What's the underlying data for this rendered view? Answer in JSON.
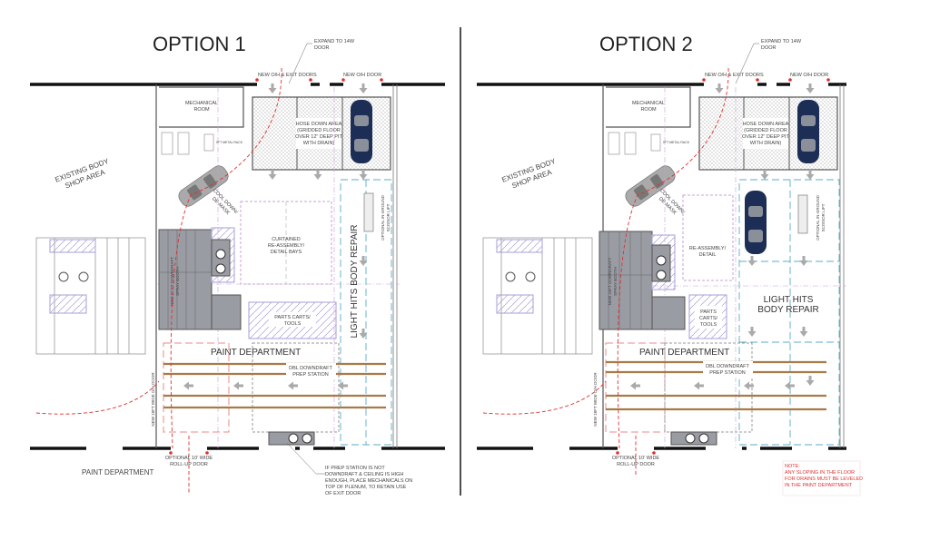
{
  "colors": {
    "car": "#1c2e55",
    "rail": "#a87a45",
    "red_path": "#e03030",
    "blue_lane": "#5aaec8",
    "booth": "#9a9ca3",
    "magenta": "#c8a0d8"
  },
  "option1": {
    "title": "OPTION 1",
    "expand_door": [
      "EXPAND TO 14W",
      "DOOR"
    ],
    "oh_exit_doors": "NEW O/H & EXIT DOORS",
    "oh_door": "NEW O/H DOOR",
    "mechanical": [
      "MECHANICAL",
      "ROOM"
    ],
    "hose_down": [
      "HOSE DOWN AREA",
      "(GRIDDED FLOOR",
      "OVER 12\" DEEP PIT",
      "WITH DRAIN)"
    ],
    "metal_rack": "5FT METAL RACK",
    "existing": [
      "EXISTING BODY",
      "SHOP AREA"
    ],
    "cool_down": [
      "COOL DOWN/",
      "DE-MASK"
    ],
    "curtained": [
      "CURTAINED",
      "RE-ASSEMBLY/",
      "DETAIL BAYS"
    ],
    "scissor_lift": [
      "OPTIONAL IN-GROUND",
      "SCISSOR LIFT"
    ],
    "booth": [
      "NEW 27 FT DOWNDRAFT",
      "SPRAY BOOTH"
    ],
    "parts": [
      "PARTS CARTS/",
      "TOOLS"
    ],
    "light_hits": "LIGHT HITS BODY REPAIR",
    "paint_dept": "PAINT DEPARTMENT",
    "prep_station": [
      "DBL DOWNDRAFT",
      "PREP STATION"
    ],
    "wide_door": "NEW 18FT WIDE O/H DOOR",
    "rollup": [
      "OPTIONAL 10' WIDE",
      "ROLL-UP DOOR"
    ],
    "paint_dept_outside": "PAINT DEPARTMENT",
    "prep_note": [
      "IF PREP STATION IS NOT",
      "DOWNDRAFT & CEILING IS HIGH",
      "ENOUGH, PLACE MECHANICALS ON",
      "TOP OF PLENUM, TO RETAIN USE",
      "OF EXIT DOOR"
    ]
  },
  "option2": {
    "title": "OPTION 2",
    "expand_door": [
      "EXPAND TO 14W",
      "DOOR"
    ],
    "oh_exit_doors": "NEW O/H & EXIT DOORS",
    "oh_door": "NEW O/H DOOR",
    "mechanical": [
      "MECHANICAL",
      "ROOM"
    ],
    "hose_down": [
      "HOSE DOWN AREA",
      "(GRIDDED FLOOR",
      "OVER 12\" DEEP PIT",
      "WITH DRAIN)"
    ],
    "metal_rack": "5FT METAL RACK",
    "existing": [
      "EXISTING BODY",
      "SHOP AREA"
    ],
    "cool_down": [
      "COOL DOWN/",
      "DE-MASK"
    ],
    "reassembly": [
      "RE-ASSEMBLY/",
      "DETAIL"
    ],
    "scissor_lift": [
      "OPTIONAL IN-GROUND",
      "SCISSOR LIFT"
    ],
    "booth": [
      "NEW 24FT DOWNDRAFT",
      "SPRAY BOOTH"
    ],
    "parts": [
      "PARTS",
      "CARTS/",
      "TOOLS"
    ],
    "light_hits": [
      "LIGHT HITS",
      "BODY REPAIR"
    ],
    "paint_dept": "PAINT DEPARTMENT",
    "prep_station": [
      "DBL DOWNDRAFT",
      "PREP STATION"
    ],
    "wide_door": "NEW 18FT WIDE O/H DOOR",
    "rollup": [
      "OPTIONAL 10' WIDE",
      "ROLL-UP DOOR"
    ],
    "note": [
      "NOTE:",
      "ANY SLOPING IN THE FLOOR",
      "FOR DRAINS MUST BE LEVELED",
      "IN THE PAINT DEPARTMENT"
    ]
  }
}
